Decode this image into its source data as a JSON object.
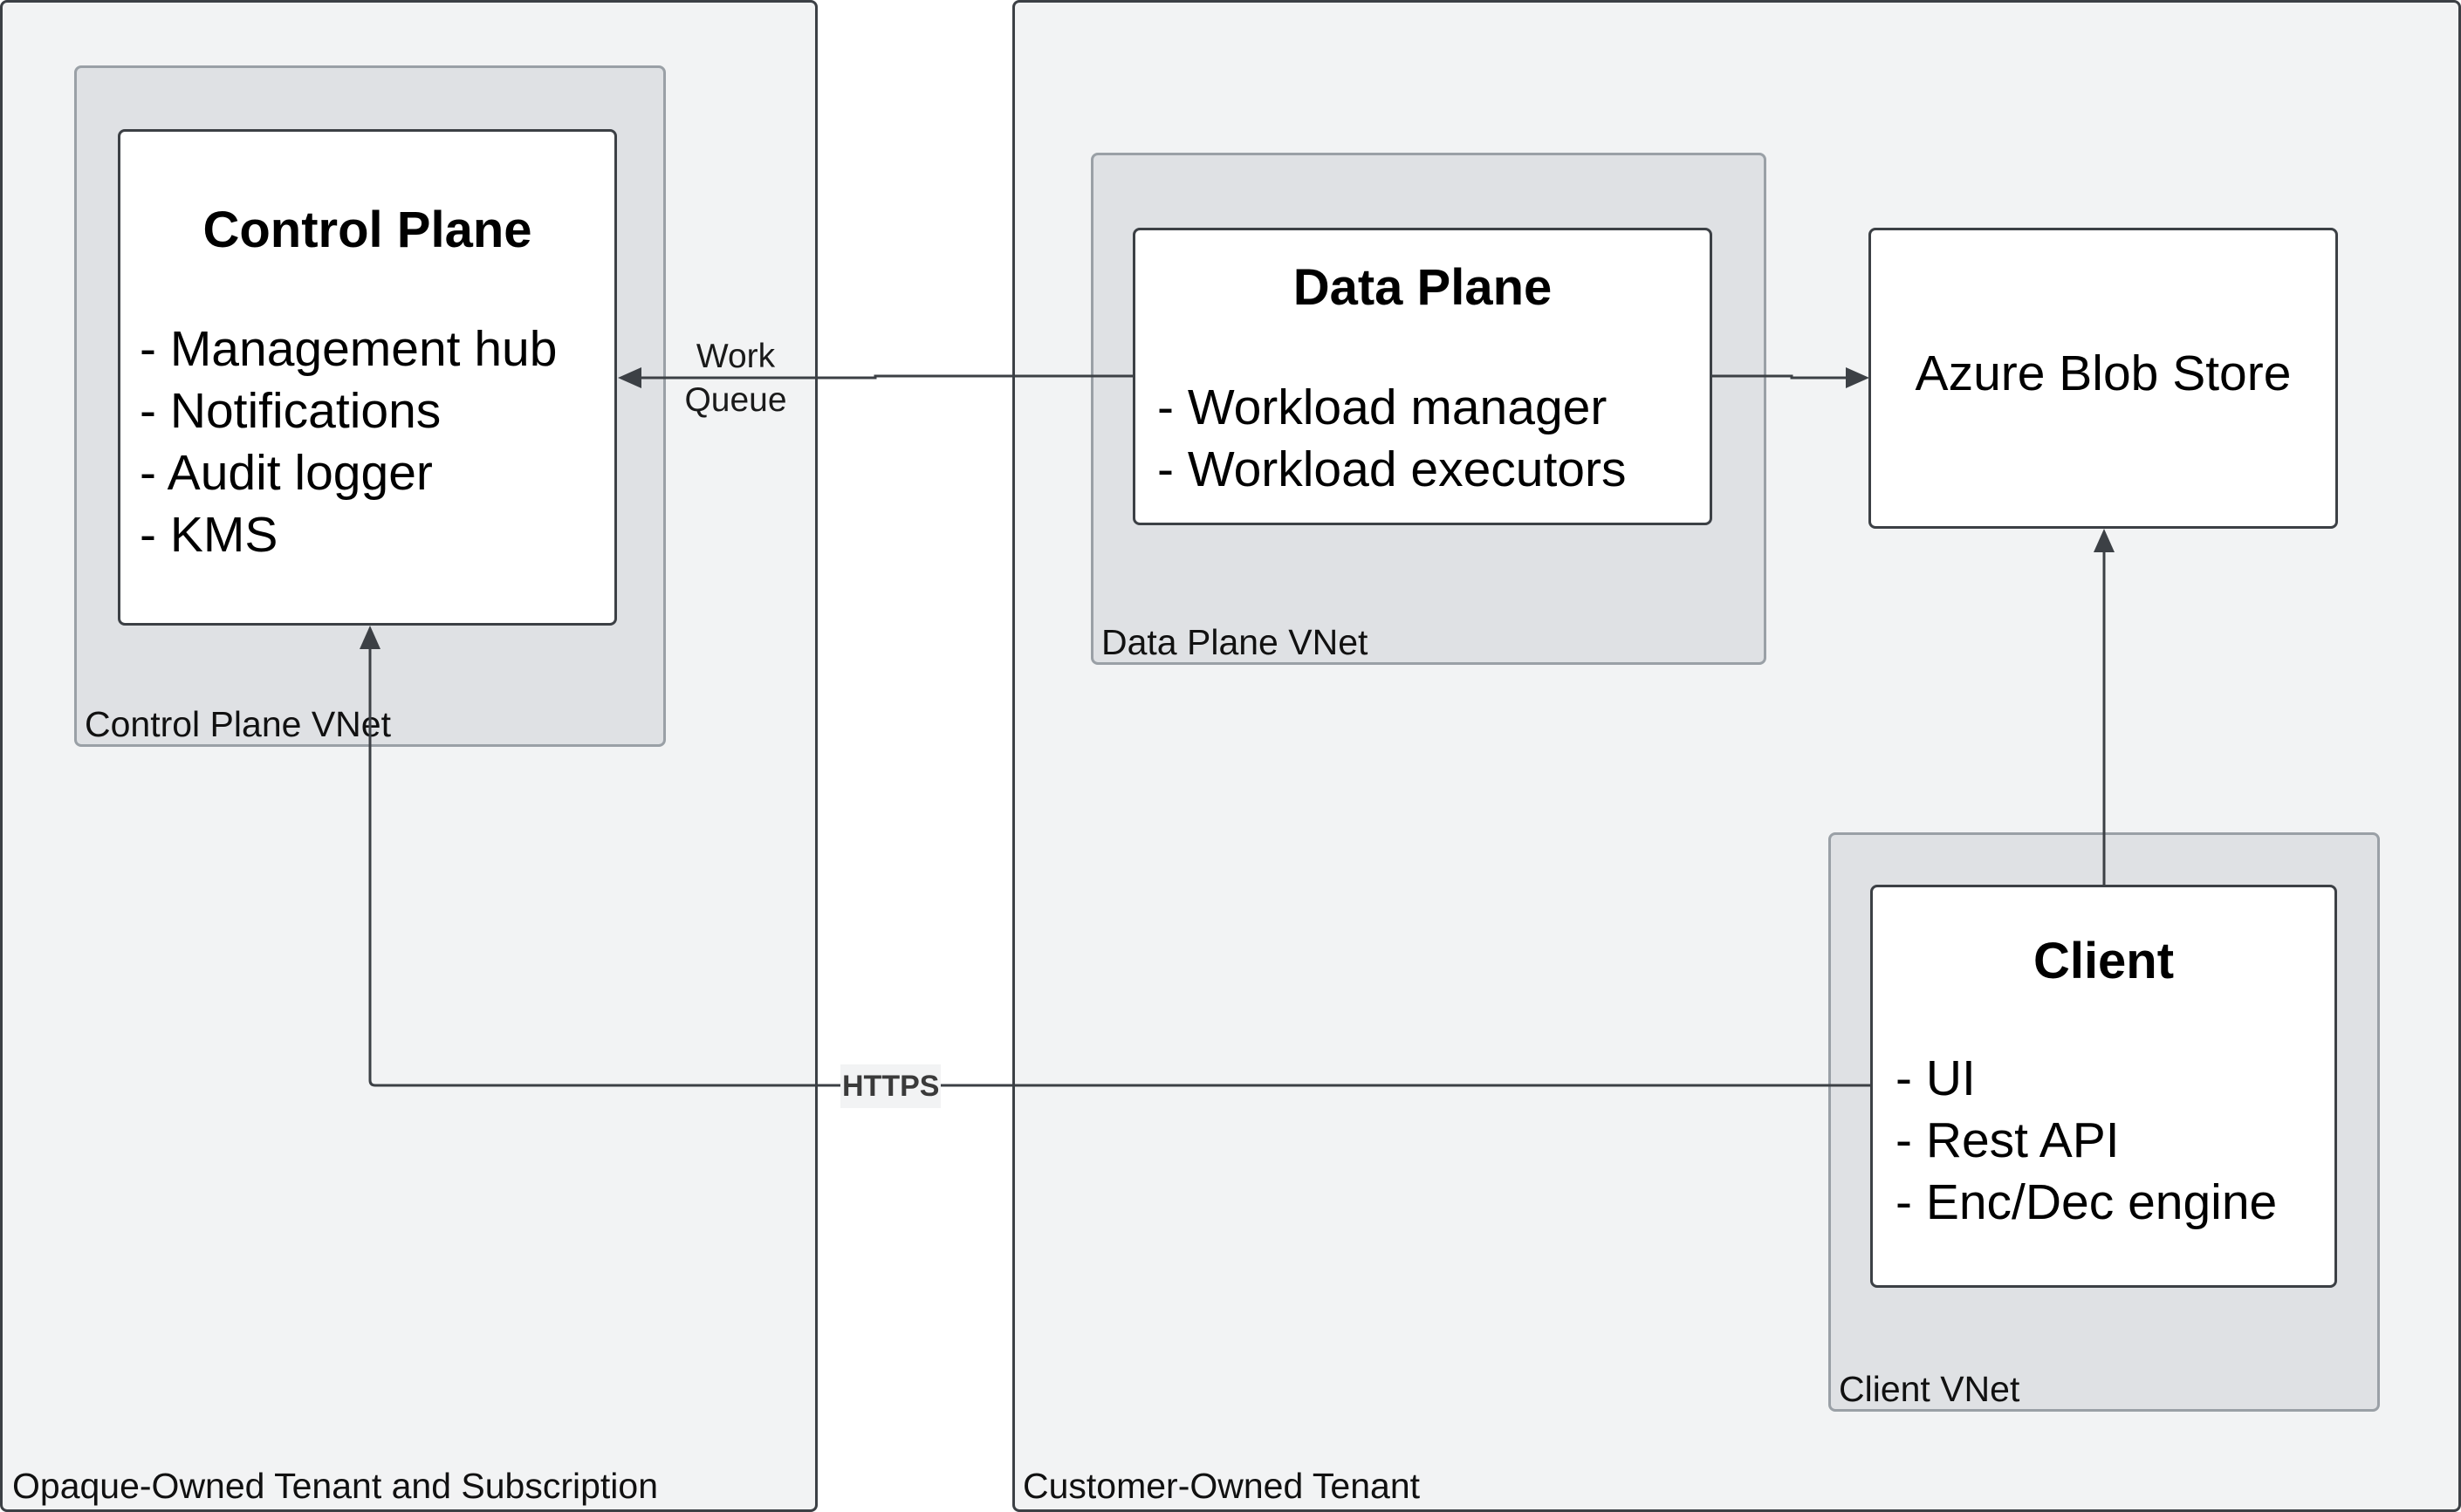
{
  "tenants": {
    "opaque": {
      "label": "Opaque-Owned Tenant and Subscription"
    },
    "customer": {
      "label": "Customer-Owned Tenant"
    }
  },
  "vnets": {
    "control": {
      "label": "Control Plane VNet"
    },
    "data": {
      "label": "Data Plane VNet"
    },
    "client": {
      "label": "Client VNet"
    }
  },
  "nodes": {
    "control_plane": {
      "title": "Control Plane",
      "items": [
        "- Management hub",
        "- Notifications",
        "- Audit logger",
        "- KMS"
      ]
    },
    "data_plane": {
      "title": "Data Plane",
      "items": [
        "- Workload manager",
        "- Workload executors"
      ]
    },
    "blob_store": {
      "title": "Azure Blob Store"
    },
    "client": {
      "title": "Client",
      "items": [
        "- UI",
        "- Rest API",
        "- Enc/Dec engine"
      ]
    }
  },
  "edges": {
    "work_queue": {
      "label_line1": "Work",
      "label_line2": "Queue"
    },
    "https": {
      "label": "HTTPS"
    }
  },
  "colors": {
    "tenant_fill": "#f2f3f4",
    "vnet_fill": "#dfe1e4",
    "node_fill": "#ffffff",
    "stroke": "#3c4045"
  }
}
